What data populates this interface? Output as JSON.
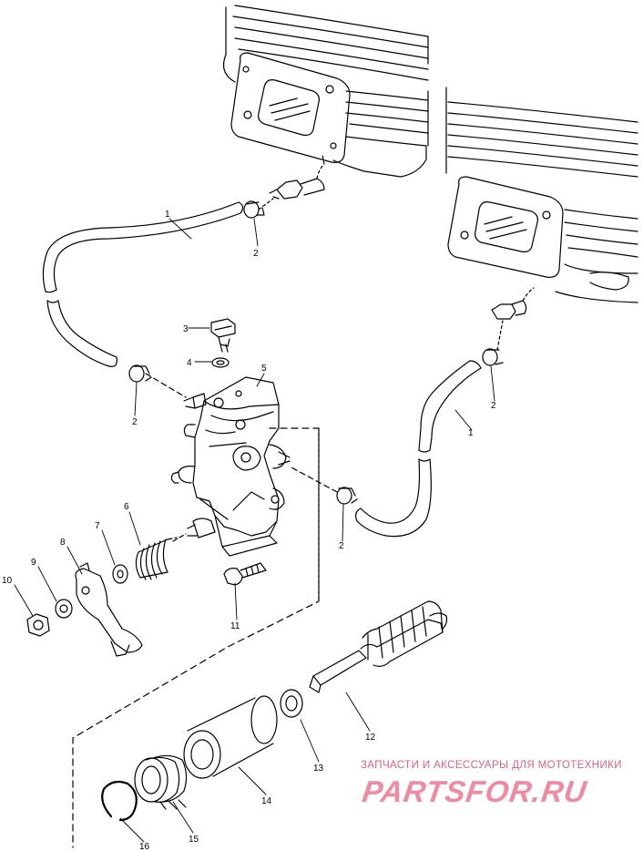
{
  "callouts": {
    "p1a": "1",
    "p1b": "1",
    "p2a": "2",
    "p2b": "2",
    "p2c": "2",
    "p2d": "2",
    "p3": "3",
    "p4": "4",
    "p5": "5",
    "p6": "6",
    "p7": "7",
    "p8": "8",
    "p9": "9",
    "p10": "10",
    "p11": "11",
    "p12": "12",
    "p13": "13",
    "p14": "14",
    "p15": "15",
    "p16": "16"
  },
  "watermark": {
    "caption": "ЗАПЧАСТИ И АКСЕССУАРЫ ДЛЯ МОТОТЕХНИКИ",
    "logo": "PARTSFOR.RU",
    "color": "#e8607c"
  }
}
